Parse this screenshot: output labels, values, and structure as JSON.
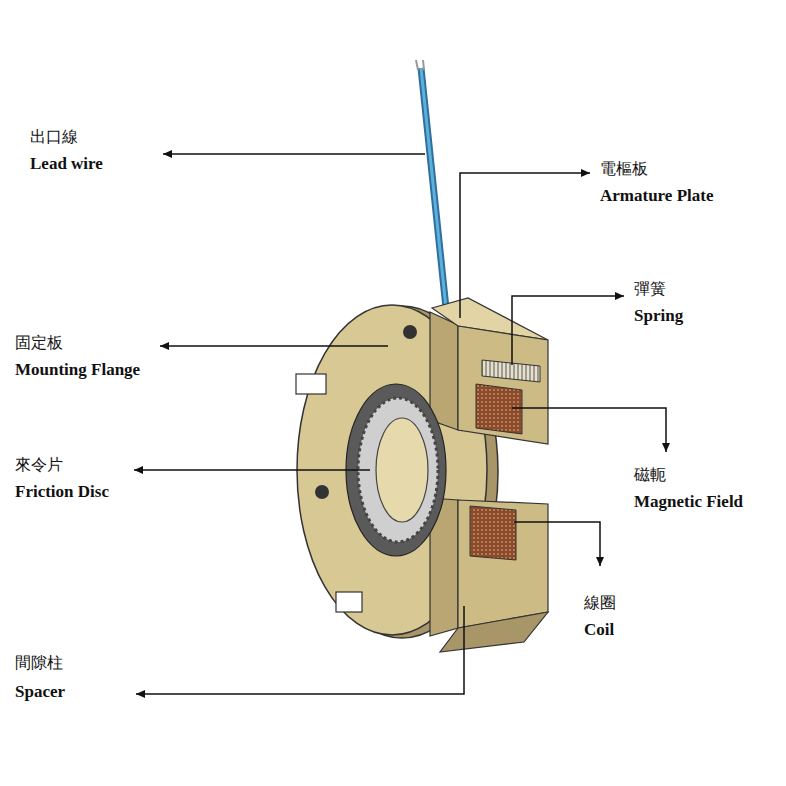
{
  "diagram": {
    "labels": [
      "出口線",
      "Lead wire",
      "電樞板",
      "Armature Plate",
      "彈簧",
      "Spring",
      "固定板",
      "Mounting Flange",
      "磁軛",
      "Magnetic Field",
      "來令片",
      "Friction Disc",
      "線圈",
      "Coil",
      "間隙柱",
      "Spacer"
    ]
  }
}
